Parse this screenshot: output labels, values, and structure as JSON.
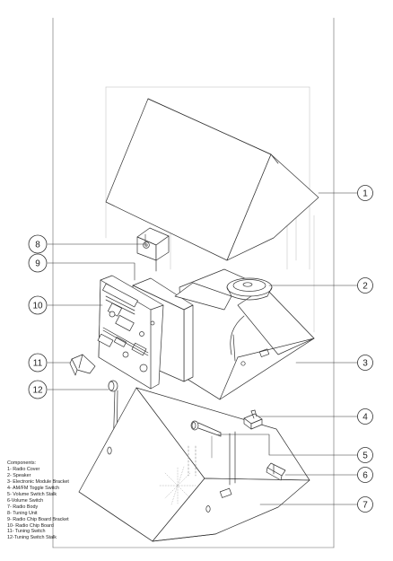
{
  "callouts": [
    {
      "number": "1"
    },
    {
      "number": "2"
    },
    {
      "number": "3"
    },
    {
      "number": "4"
    },
    {
      "number": "5"
    },
    {
      "number": "6"
    },
    {
      "number": "7"
    },
    {
      "number": "8"
    },
    {
      "number": "9"
    },
    {
      "number": "10"
    },
    {
      "number": "11"
    },
    {
      "number": "12"
    }
  ],
  "legend": {
    "title": "Components:",
    "items": [
      "1- Radio Cover",
      "2- Speaker",
      "3- Electronic Module Bracket",
      "4- AM/FM Toggle Switch",
      "5- Volume Switch Stalk",
      "6-Volume Switch",
      "7- Radio Body",
      "8- Tuning Unit",
      "9- Radio Chip Board Bracket",
      "10- Radio Chip Board",
      "11- Tuning Switch",
      "12-Tuning Switch Stalk"
    ]
  }
}
